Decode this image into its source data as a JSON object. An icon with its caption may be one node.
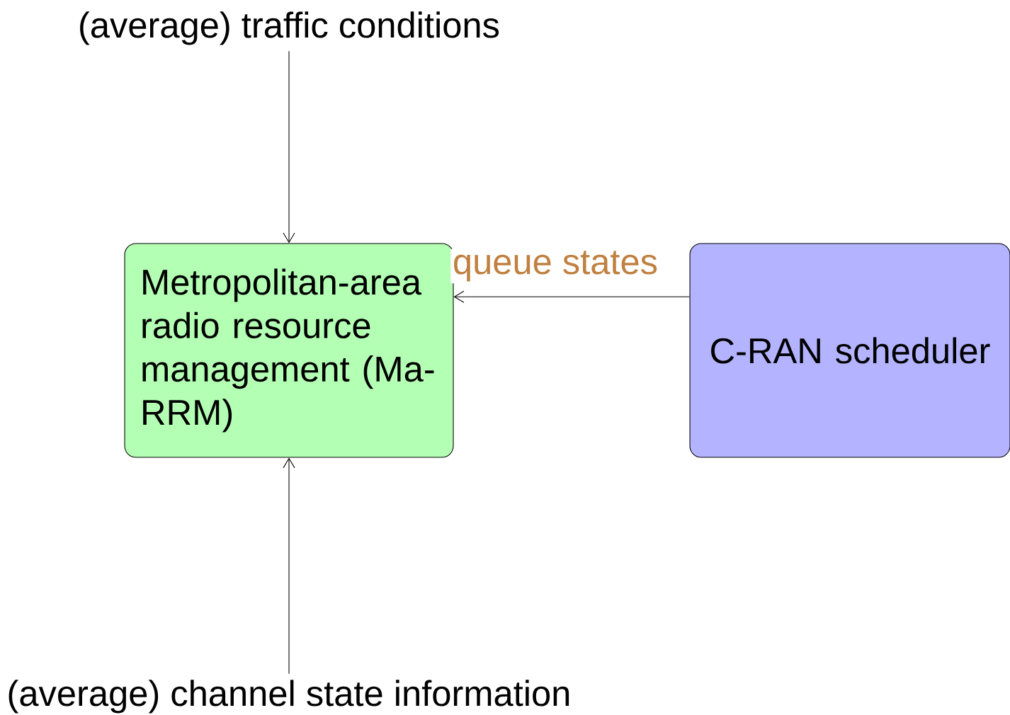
{
  "diagram": {
    "nodes": [
      {
        "text": [
          "(average) traffic conditions"
        ]
      },
      {
        "text": [
          "Metropolitan-area radio resource management (Ma-RRM)"
        ]
      },
      {
        "text": [
          "C-RAN scheduler"
        ]
      },
      {
        "text": [
          "(average) channel state information"
        ]
      }
    ],
    "edges": [
      {
        "from": 0,
        "to": 1,
        "arrow": "to"
      },
      {
        "from": 2,
        "to": 1,
        "arrow": "to",
        "label": "queue states"
      },
      {
        "from": 3,
        "to": 1,
        "arrow": "to"
      }
    ]
  }
}
